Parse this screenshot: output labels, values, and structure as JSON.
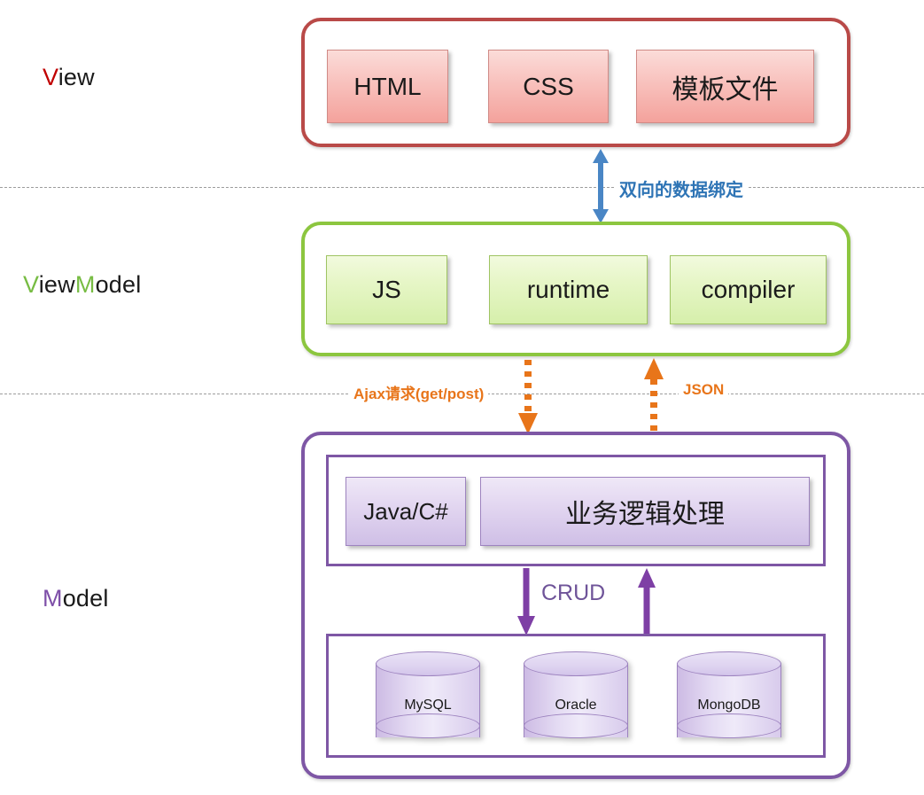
{
  "diagram": {
    "title": "MVVM Architecture Diagram",
    "background": "#ffffff",
    "layers": [
      {
        "id": "view",
        "label_initial": "V",
        "label_rest": "iew",
        "accent_color": "#b94a48",
        "initial_color": "#c00000",
        "items": [
          {
            "label": "HTML"
          },
          {
            "label": "CSS"
          },
          {
            "label": "模板文件"
          }
        ]
      },
      {
        "id": "viewmodel",
        "label_initial": "V",
        "label_mid": "iew",
        "label_initial2": "M",
        "label_rest": "odel",
        "accent_color": "#8cc63f",
        "initial_color": "#77bc43",
        "items": [
          {
            "label": "JS"
          },
          {
            "label": "runtime"
          },
          {
            "label": "compiler"
          }
        ]
      },
      {
        "id": "model",
        "label_initial": "M",
        "label_rest": "odel",
        "accent_color": "#7e57a5",
        "initial_color": "#7e4fa8",
        "logic_items": [
          {
            "label": "Java/C#"
          },
          {
            "label": "业务逻辑处理"
          }
        ],
        "databases": [
          {
            "label": "MySQL"
          },
          {
            "label": "Oracle"
          },
          {
            "label": "MongoDB"
          }
        ]
      }
    ],
    "connectors": [
      {
        "id": "binding",
        "label": "双向的数据绑定",
        "color": "#2e74b5",
        "direction": "bidirectional",
        "style": "solid"
      },
      {
        "id": "ajax",
        "label": "Ajax请求(get/post)",
        "color": "#e8751a",
        "direction": "down",
        "style": "dotted"
      },
      {
        "id": "json",
        "label": "JSON",
        "color": "#e8751a",
        "direction": "up",
        "style": "dotted"
      },
      {
        "id": "crud",
        "label": "CRUD",
        "color": "#6f5499",
        "direction": "both",
        "style": "solid"
      }
    ],
    "separators": [
      {
        "id": "sep-view-viewmodel",
        "style": "dashed",
        "color": "#9d9d9d"
      },
      {
        "id": "sep-viewmodel-model",
        "style": "dashed",
        "color": "#9d9d9d"
      }
    ]
  }
}
